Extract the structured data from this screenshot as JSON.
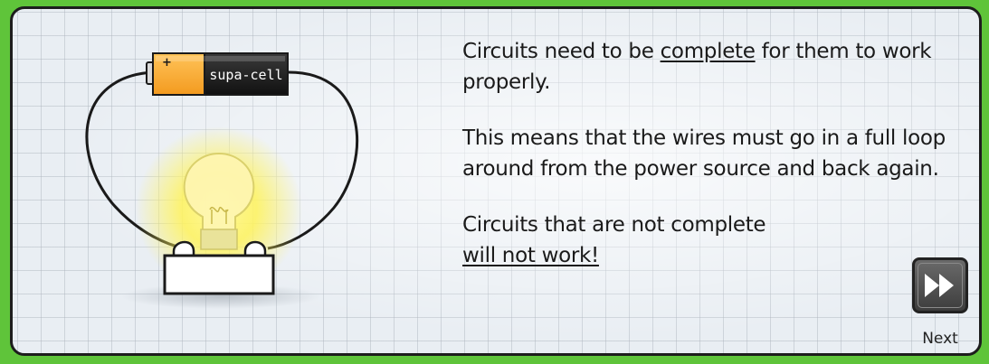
{
  "lesson": {
    "paragraph1_before": "Circuits need to be ",
    "paragraph1_underlined": "complete",
    "paragraph1_after": " for them to work properly.",
    "paragraph2": "This means that the wires must go in a full loop around from the power source and back again.",
    "paragraph3_line1": "Circuits that are not complete",
    "paragraph3_underlined": "will not work!"
  },
  "battery": {
    "label": "supa-cell",
    "plus_sign": "+"
  },
  "navigation": {
    "next_label": "Next",
    "next_icon": "fast-forward-icon"
  },
  "colors": {
    "frame_green": "#5fc43a",
    "battery_orange": "#f7a72a",
    "battery_black": "#1c1c1c",
    "bulb_glow": "#fff35a"
  }
}
